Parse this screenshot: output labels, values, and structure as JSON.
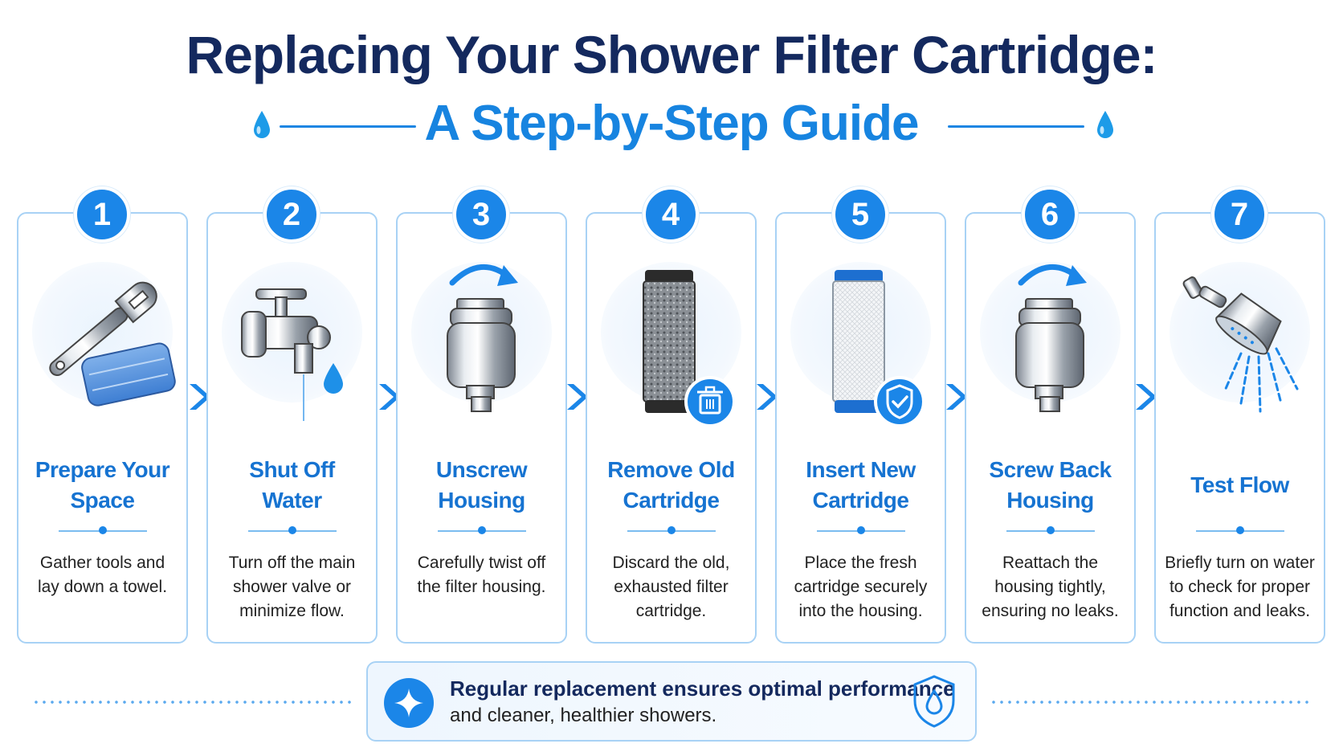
{
  "header": {
    "title": "Replacing Your Shower Filter Cartridge:",
    "subtitle": "A Step-by-Step Guide"
  },
  "steps": [
    {
      "number": "1",
      "title": [
        "Prepare Your",
        "Space"
      ],
      "description": [
        "Gather tools and",
        "lay down a towel."
      ],
      "icon": "wrench-and-towel-icon"
    },
    {
      "number": "2",
      "title": [
        "Shut Off",
        "Water"
      ],
      "description": [
        "Turn off the main",
        "shower valve or",
        "minimize flow."
      ],
      "icon": "water-valve-icon"
    },
    {
      "number": "3",
      "title": [
        "Unscrew",
        "Housing"
      ],
      "description": [
        "Carefully twist off",
        "the filter housing."
      ],
      "icon": "filter-housing-unscrew-icon"
    },
    {
      "number": "4",
      "title": [
        "Remove Old",
        "Cartridge"
      ],
      "description": [
        "Discard the old,",
        "exhausted filter",
        "cartridge."
      ],
      "icon": "old-cartridge-trash-icon"
    },
    {
      "number": "5",
      "title": [
        "Insert New",
        "Cartridge"
      ],
      "description": [
        "Place the fresh",
        "cartridge securely",
        "into the housing."
      ],
      "icon": "new-cartridge-check-icon"
    },
    {
      "number": "6",
      "title": [
        "Screw Back",
        "Housing"
      ],
      "description": [
        "Reattach the",
        "housing tightly,",
        "ensuring no leaks."
      ],
      "icon": "filter-housing-screw-icon"
    },
    {
      "number": "7",
      "title": [
        "Test Flow"
      ],
      "description": [
        "Briefly turn on water",
        "to check for proper",
        "function and leaks."
      ],
      "icon": "shower-head-icon"
    }
  ],
  "footer": {
    "line1": "Regular replacement ensures optimal performance",
    "line2": "and cleaner, healthier showers.",
    "left_icon": "sparkle-icon",
    "right_icon": "water-shield-icon"
  },
  "colors": {
    "navy": "#14295e",
    "accent": "#1b86e8",
    "title_blue": "#1673d1",
    "border": "#a8d2f5"
  }
}
